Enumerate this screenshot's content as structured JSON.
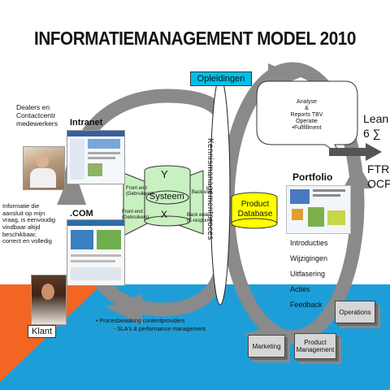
{
  "title": "INFORMATIEMANAGEMENT MODEL 2010",
  "dealers_label": "Dealers en\nContactcentr\nmedewerkers",
  "intranet_label": "Intranet",
  "info_text": "Informatie die\naansluit op mijn\nvraag, is eenvoudig\nvindbaar altijd\nbeschikbaar,\ncorrect en volledig",
  "com_label": ".COM",
  "klant_label": "Klant",
  "opleidingen_label": "Opleidingen",
  "kennis_label": "Kennismanagementproces",
  "analyse_text": "Analyse\n&\nReports TBV\nOperatie\n•Fullfillment",
  "lean_label": "Lean",
  "sigma_label": "6 ∑",
  "ftr_label": "FTR",
  "ocf_label": "OCF",
  "portfolio_label": "Portfolio",
  "portfolio_items": [
    "Introducties",
    "Wijzigingen",
    "Uitfasering",
    "Acties",
    "Feedback"
  ],
  "product_db": "Product\nDatabase",
  "systeem": {
    "y": "Y",
    "center": "Systeem",
    "x": "X",
    "front_top": "Front end\n(Gebruikers)",
    "front_bottom": "Front end\n(Gebruikers)",
    "back_top": "Back end",
    "back_bottom": "Back end\n(E-respons)"
  },
  "bottom_text_1": "• Procesbewaking contentproviders",
  "bottom_text_2": "- SLA's & performance management",
  "docs": {
    "operations": "Operations",
    "marketing": "Marketing",
    "product_management": "Product\nManagement"
  },
  "colors": {
    "blue": "#1e9ed8",
    "orange": "#f26522",
    "arrow_gray": "#8a8a8a",
    "green": "#c8f0c0",
    "yellow": "#ffff00",
    "cyan": "#00c0e8"
  },
  "icons": [
    "dealers-photo",
    "intranet-screenshot",
    "com-screenshot",
    "klant-photo",
    "portfolio-collage",
    "database-icon"
  ]
}
